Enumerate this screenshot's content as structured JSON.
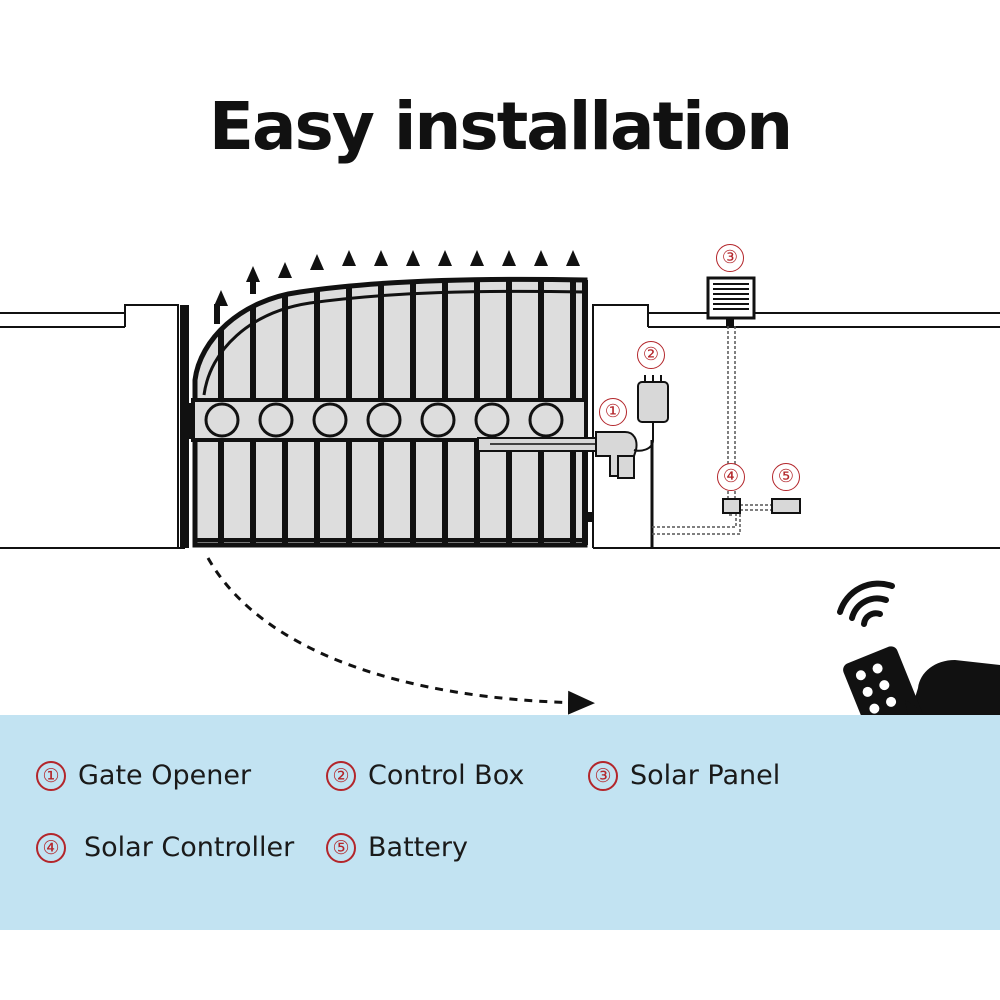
{
  "title": "Easy installation",
  "callouts": [
    "①",
    "②",
    "③",
    "④",
    "⑤"
  ],
  "legend": [
    {
      "num": "①",
      "label": "Gate Opener"
    },
    {
      "num": "②",
      "label": "Control Box"
    },
    {
      "num": "③",
      "label": "Solar Panel"
    },
    {
      "num": "④",
      "label": "Solar Controller"
    },
    {
      "num": "⑤",
      "label": "Battery"
    }
  ],
  "colors": {
    "accent": "#b3262b",
    "legend_bg": "#c2e3f2",
    "ink": "#111111",
    "gate_fill": "#dddddd"
  },
  "icons": [
    "remote-control-icon",
    "wireless-signal-icon",
    "dashed-arrow-icon"
  ]
}
